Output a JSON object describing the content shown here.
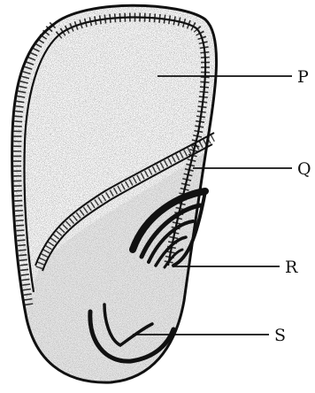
{
  "labels": {
    "p": "P",
    "q": "Q",
    "r": "R",
    "s": "S"
  },
  "colors": {
    "ink": "#111111",
    "stipple": "#9a9a9a",
    "background": "#ffffff"
  }
}
